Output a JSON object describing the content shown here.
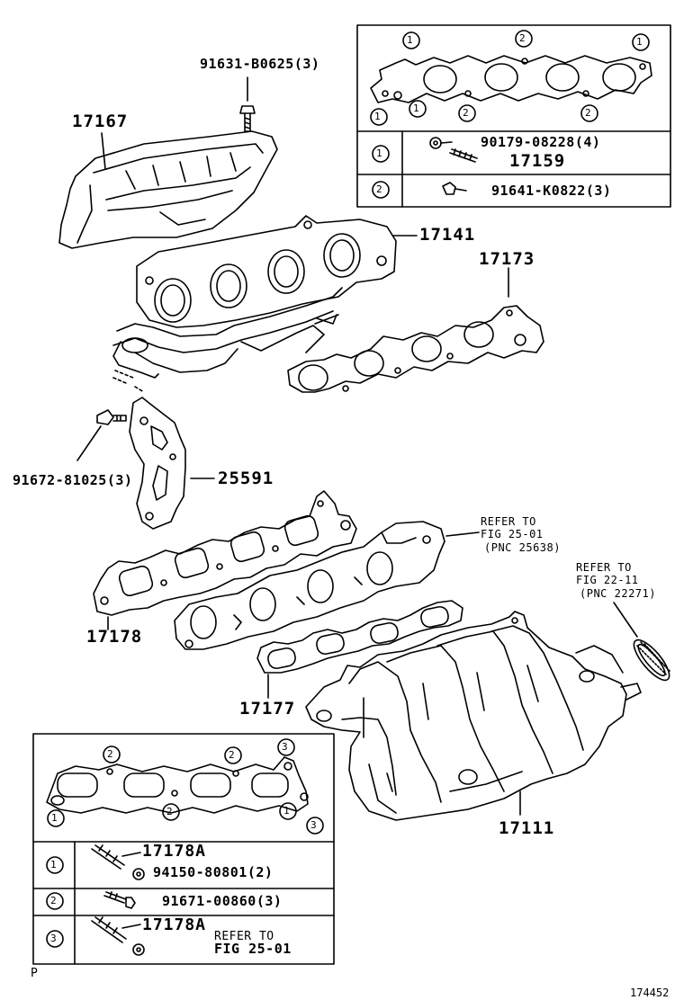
{
  "parts": {
    "p91631": "91631-B0625(3)",
    "p17167": "17167",
    "p17141": "17141",
    "p17173": "17173",
    "p91672": "91672-81025(3)",
    "p25591": "25591",
    "p17178": "17178",
    "p17177": "17177",
    "p17111": "17111"
  },
  "refs": {
    "ref1_line1": "REFER TO",
    "ref1_line2": "FIG 25-01",
    "ref1_line3": "(PNC 25638)",
    "ref2_line1": "REFER TO",
    "ref2_line2": "FIG 22-11",
    "ref2_line3": "(PNC 22271)"
  },
  "top_box": {
    "row1_a": "90179-08228(4)",
    "row1_b": "17159",
    "row2": "91641-K0822(3)",
    "callouts": [
      "1",
      "2"
    ]
  },
  "bottom_box": {
    "row1_a": "17178A",
    "row1_b": "94150-80801(2)",
    "row2": "91671-00860(3)",
    "row3_a": "17178A",
    "row3_b_line1": "REFER TO",
    "row3_b_line2": "FIG 25-01",
    "callouts": [
      "1",
      "2",
      "3"
    ]
  },
  "footer": {
    "page_letter": "P",
    "figure_number": "174452"
  }
}
